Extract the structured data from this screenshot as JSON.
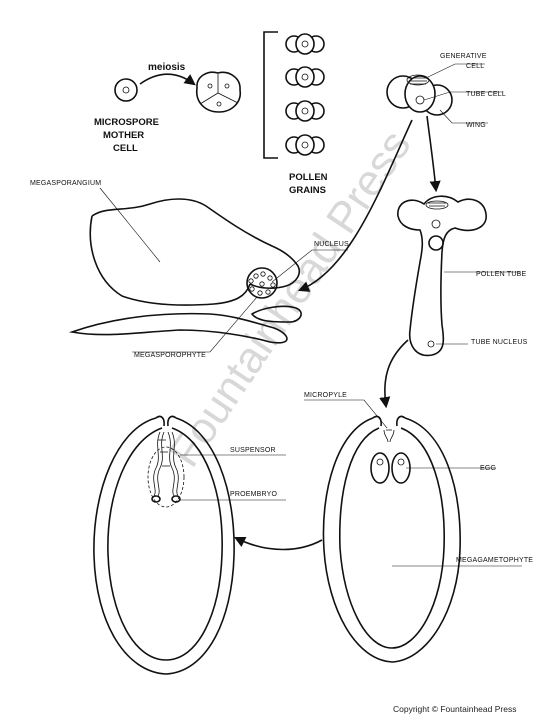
{
  "labels": {
    "meiosis": "meiosis",
    "microspore_1": "MICROSPORE",
    "microspore_2": "MOTHER",
    "microspore_3": "CELL",
    "pollen_1": "POLLEN",
    "pollen_2": "GRAINS",
    "generative_1": "GENERATIVE",
    "generative_2": "CELL",
    "tube_cell": "TUBE CELL",
    "wing": "WING",
    "megasporangium": "MEGASPORANGIUM",
    "nucleus": "NUCLEUS",
    "megasporophyte": "MEGASPOROPHYTE",
    "pollen_tube": "POLLEN TUBE",
    "tube_nucleus": "TUBE NUCLEUS",
    "micropyle": "MICROPYLE",
    "suspensor": "SUSPENSOR",
    "proembryo": "PROEMBRYO",
    "egg": "EGG",
    "megagametophyte": "MEGAGAMETOPHYTE"
  },
  "watermark": "Fountainhead Press",
  "copyright": "Copyright © Fountainhead Press"
}
